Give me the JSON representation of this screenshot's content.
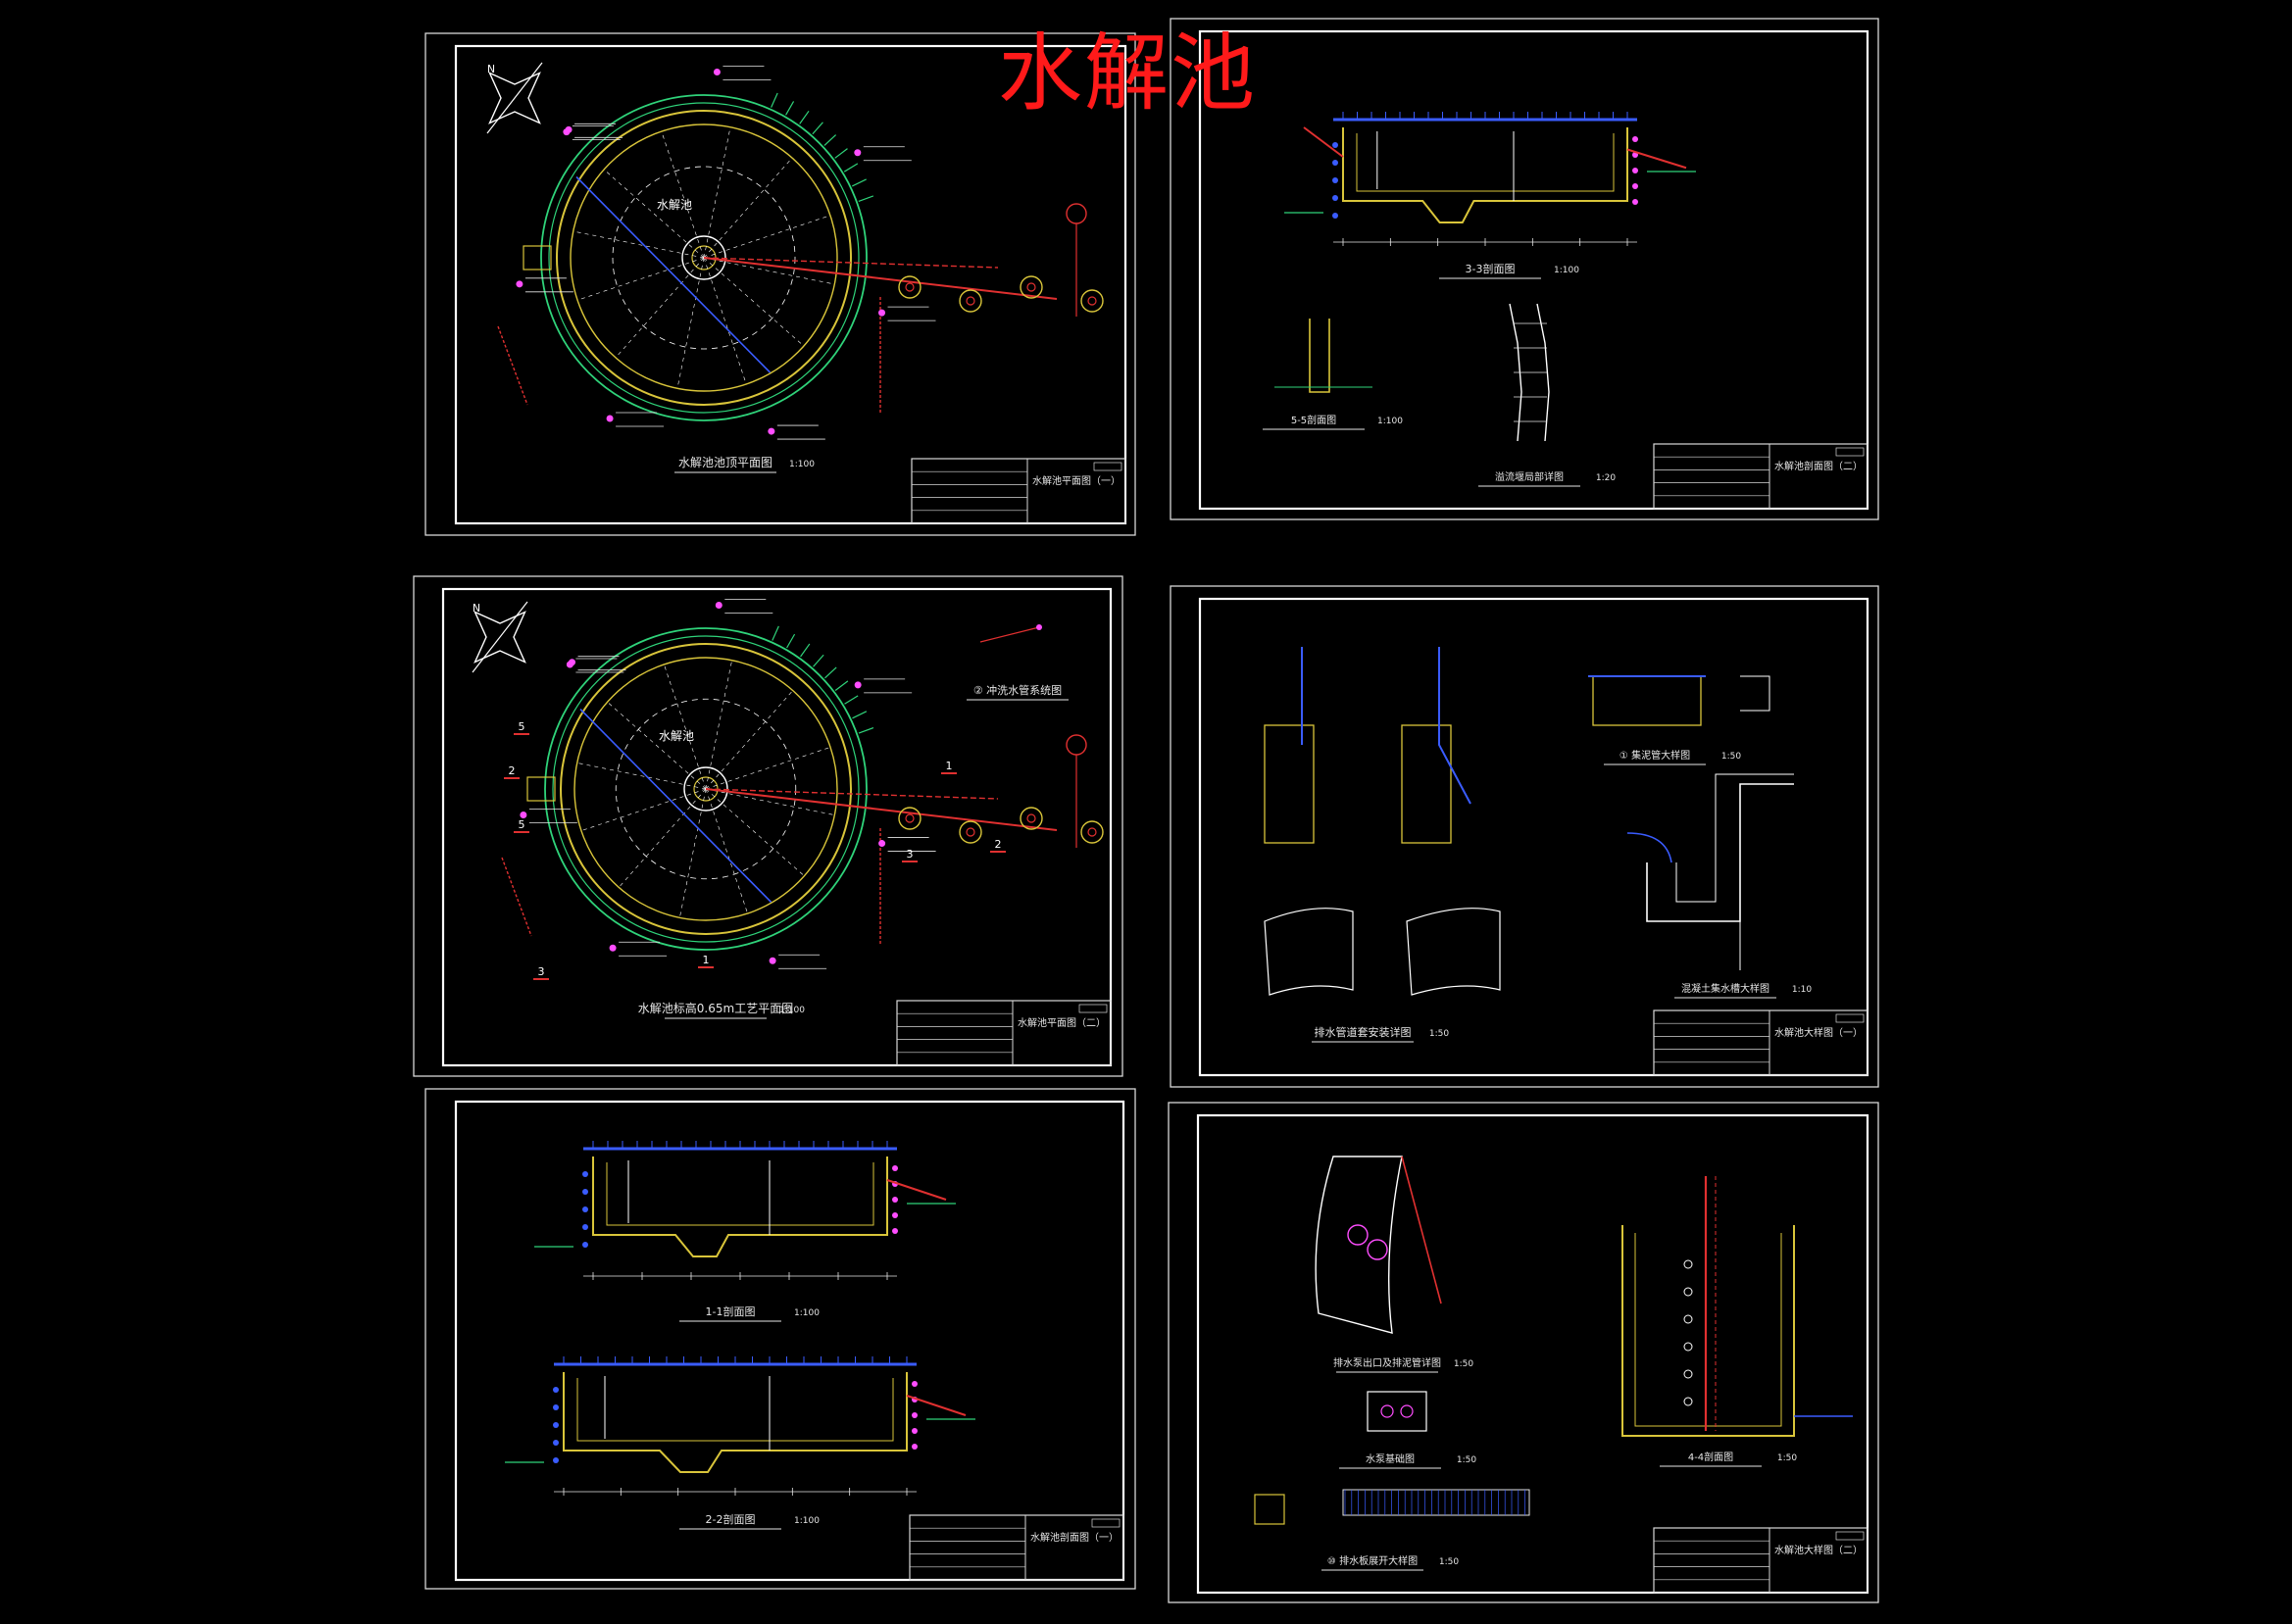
{
  "headline": "水解池",
  "colors": {
    "background": "#000000",
    "sheet_frame": "#d8d8d8",
    "headline": "#ff1a1a",
    "pool_wall_yellow": "#d9c53a",
    "pool_ring_green": "#2fd37a",
    "pipe_red": "#e03030",
    "pipe_blue": "#3a5cff",
    "annotation_magenta": "#ff4dff",
    "dimension_white": "#e6e6e6"
  },
  "sheets": [
    {
      "id": "A",
      "caption": "水解池池顶平面图",
      "scale": "1:100",
      "title_block": "水解池平面图（一）",
      "label": "水解池"
    },
    {
      "id": "B",
      "caption": "3-3剖面图",
      "scale": "1:100",
      "title_block": "水解池剖面图（二）",
      "sub_captions": [
        {
          "text": "5-5剖面图",
          "scale": "1:100"
        },
        {
          "text": "溢流堰局部详图",
          "scale": "1:20"
        }
      ]
    },
    {
      "id": "C",
      "caption": "水解池标高0.65m工艺平面图",
      "scale": "1:100",
      "title_block": "水解池平面图（二）",
      "label": "水解池",
      "sub_captions": [
        {
          "text": "② 冲洗水管系统图",
          "scale": ""
        }
      ],
      "section_marks": [
        "2",
        "5",
        "5",
        "3",
        "1",
        "1",
        "2",
        "3"
      ]
    },
    {
      "id": "D",
      "caption": "排水管道套安装详图",
      "scale": "1:50",
      "title_block": "水解池大样图（一）",
      "sub_captions": [
        {
          "text": "① 集泥管大样图",
          "scale": "1:50"
        },
        {
          "text": "混凝土集水槽大样图",
          "scale": "1:10"
        }
      ]
    },
    {
      "id": "E",
      "caption": "2-2剖面图",
      "scale": "1:100",
      "title_block": "水解池剖面图（一）",
      "sub_captions": [
        {
          "text": "1-1剖面图",
          "scale": "1:100"
        }
      ]
    },
    {
      "id": "F",
      "caption": "⑩ 排水板展开大样图",
      "scale": "1:50",
      "title_block": "水解池大样图（二）",
      "sub_captions": [
        {
          "text": "排水泵出口及排泥管详图",
          "scale": "1:50"
        },
        {
          "text": "水泵基础图",
          "scale": "1:50"
        },
        {
          "text": "4-4剖面图",
          "scale": "1:50"
        }
      ]
    }
  ]
}
